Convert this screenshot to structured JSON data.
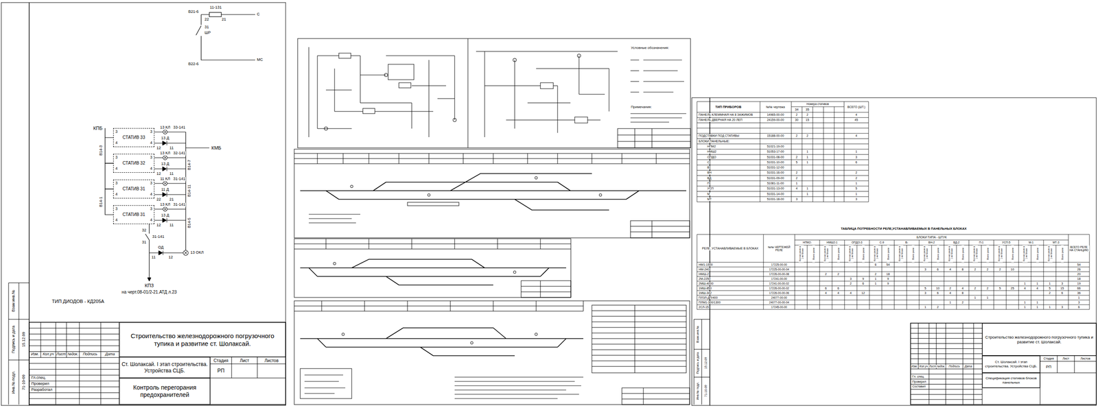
{
  "diagram": {
    "nodes": [
      {
        "text": [
          "СТАТИВ 33"
        ]
      },
      {
        "text": [
          "СТАТИВ 32"
        ]
      },
      {
        "text": [
          "СТАТИВ 31"
        ]
      },
      {
        "text": [
          "СТАТИВ 31"
        ]
      },
      {
        "text": [
          "Строительство железнодорожного погрузочного тупика и развитие ст. Шолаксай."
        ]
      },
      {
        "text": [
          "Ст. Шолаксай. I этап строительства. Устройства СЦБ."
        ]
      },
      {
        "text": [
          "Контроль перегорания предохранителей"
        ]
      },
      {
        "text": [
          "Строительство железнодорожного погрузочного тупика и развитие ст. Шолаксай."
        ]
      },
      {
        "text": [
          "Ст. Шолаксай. I этап строительства. Устройства СЦБ."
        ]
      },
      {
        "text": [
          "Спецификация стативов блоков панельных"
        ]
      }
    ],
    "edges": [
      {
        "from": 0,
        "to": 1,
        "arrow": "none",
        "label": "В14-3"
      },
      {
        "from": 1,
        "to": 2,
        "arrow": "none"
      },
      {
        "from": 2,
        "to": 3,
        "arrow": "none",
        "label": "В14-1"
      }
    ],
    "labels": [
      "11-131",
      "В21-6",
      "22",
      "21",
      "С",
      "31",
      "ШР",
      "В22-6",
      "МС",
      "КПБ",
      "3",
      "4",
      "3",
      "4",
      "3",
      "4",
      "3",
      "4",
      "3",
      "4",
      "3",
      "4",
      "3",
      "4",
      "3",
      "4",
      "13 КЛ",
      "33-141",
      "13 Д",
      "12",
      "11",
      "13 КЛ",
      "32-141",
      "13 Д",
      "12",
      "11",
      "11 КЛ",
      "31-141",
      "11 Д",
      "22",
      "21",
      "13 КЛ",
      "31-141",
      "13 Д",
      "12",
      "11",
      "В14-7",
      "В14-11",
      "В14-5",
      "КМБ",
      "32",
      "31",
      "31-141",
      "ОД",
      "11",
      "12",
      "13 ОКЛ",
      "КПЗ",
      "на черт.08-01/2-21.АТД л.23",
      "ТИП ДИОДОВ - КД205А",
      "Изм.",
      "Кол.уч",
      "Лист",
      "№док.",
      "Подпись",
      "Дата",
      "Стадия",
      "Лист",
      "Листов",
      "РП",
      "Гл.спец.",
      "Проверил",
      "Разработал",
      "Взам.инв.№",
      "Подпись и дата",
      "15.12.09",
      "Инв.№ подл.",
      "71-10-09",
      "Условные обозначения:",
      "Примечания:",
      "ТИП ПРИБОРОВ",
      "№№ чертежа",
      "Номера стативов",
      "34",
      "35",
      "ВСЕГО (ШТ.)",
      "ПАНЕЛЬ КЛЕММНАЯ НА 8 ЗАЖИМОВ",
      "14965-00-00",
      "2",
      "2",
      "4",
      "ПАНЕЛЬ ДВЕРНАЯ НА 20 ЛЕП",
      "24159-00-00",
      "30",
      "15",
      "45",
      "ПОДСТАВКИ ПОД СТАТИВЫ",
      "15188-00-00",
      "2",
      "2",
      "4",
      "БЛОКИ ПАНЕЛЬНЫЕ:",
      "НПМ2",
      "51021-19-00",
      "НМШ2",
      "51053-17-00",
      "1",
      "1",
      "ОПДО",
      "51031-08-00",
      "2",
      "1",
      "3",
      "С",
      "51031-10-00",
      "5",
      "1",
      "6",
      "В",
      "51031-12-00",
      "ВН",
      "51031-16-00",
      "2",
      "2",
      "ВД",
      "51031-09-00",
      "2",
      "2",
      "П",
      "51081-11-00",
      "1",
      "1",
      "УСП",
      "51031-13-00",
      "4",
      "1",
      "5",
      "М",
      "51031-14-00",
      "1",
      "1",
      "МТ",
      "51031-18-00",
      "3",
      "3",
      "ТАБЛИЦА ПОТРЕБНОСТИ РЕЛЕ,УСТАНАВЛИВАЕМЫХ В ПАНЕЛЬНЫХ БЛОКАХ",
      "РЕЛЕ, УСТАНАВЛИВАЕМЫЕ В БЛОКАХ",
      "№№ ЧЕРТЕЖЕЙ РЕЛЕ",
      "БЛОКИ ТИПА - ШТУК",
      "ВСЕГО РЕЛЕ НА СТАНЦИЮ",
      "НПМ2-",
      "НМШ2-1",
      "ОПДО-3",
      "С-9",
      "В-",
      "ВН-2",
      "ВД-2",
      "П-1",
      "УСП-5",
      "М-1",
      "МТ-3",
      "Кол-во реле в 1-м блоке",
      "Всего реле",
      "Кол-во реле в 1-м блоке",
      "Всего реле",
      "Кол-во реле в 1-м блоке",
      "Всего реле",
      "Кол-во реле в 1-м блоке",
      "Всего реле",
      "Кол-во реле в 1-м блоке",
      "Всего реле",
      "Кол-во реле в 1-м блоке",
      "Всего реле",
      "Кол-во реле в 1-м блоке",
      "Всего реле",
      "Кол-во реле в 1-м блоке",
      "Всего реле",
      "Кол-во реле в 1-м блоке",
      "Всего реле",
      "Кол-во реле в 1-м блоке",
      "Всего реле",
      "Кол-во реле в 1-м блоке",
      "Всего реле",
      "НМ1-1500",
      "17225-00-00",
      "6",
      "54",
      "54",
      "НМ-240",
      "17225-00-00-04",
      "3",
      "6",
      "4",
      "8",
      "2",
      "2",
      "2",
      "10",
      "26",
      "НМШ-2",
      "17226-00-00-08",
      "2",
      "2",
      "2",
      "18",
      "20",
      "2М-2250",
      "17241-00-00",
      "3",
      "9",
      "1",
      "9",
      "18",
      "2МШ-4000",
      "17241-00-00-02",
      "2",
      "6",
      "1",
      "9",
      "1",
      "1",
      "1",
      "3",
      "19",
      "1МШ-850",
      "17226-00-00-02",
      "6",
      "6",
      "5",
      "10",
      "2",
      "4",
      "2",
      "2",
      "5",
      "25",
      "4",
      "4",
      "5",
      "15",
      "66",
      "1МШ-342",
      "17226-00-00-06",
      "4",
      "4",
      "4",
      "12",
      "3",
      "6",
      "4",
      "8",
      "2",
      "6",
      "36",
      "ПЛЗЛ-ДП/400",
      "24077-00-00",
      "1",
      "1",
      "1",
      "ПЛМ1-300/1300",
      "24077-00-00-04",
      "1",
      "2",
      "1",
      "1",
      "3",
      "2СЛ-15",
      "17245-00-00",
      "1",
      "2",
      "1",
      "1",
      "1",
      "3",
      "6",
      "Изм.",
      "Кол.уч",
      "Лист",
      "№док.",
      "Подпись",
      "Дата",
      "Стадия",
      "Лист",
      "Листов",
      "РП",
      "Гл. спец.",
      "Проверил",
      "Составил",
      "Взам.инв.№",
      "Подпись и дата",
      "15.12.09",
      "Инв.№ подл.",
      "71-10-09"
    ]
  }
}
